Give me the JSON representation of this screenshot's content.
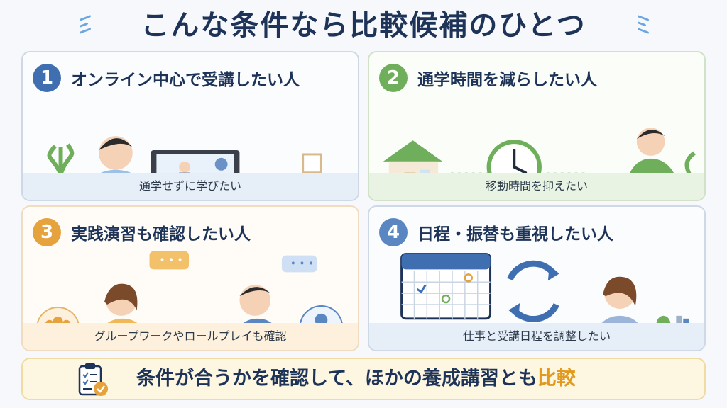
{
  "header": {
    "title": "こんな条件なら比較候補のひとつ"
  },
  "cards": [
    {
      "num": "1",
      "title": "オンライン中心で受講したい人",
      "caption": "通学せずに学びたい"
    },
    {
      "num": "2",
      "title": "通学時間を減らしたい人",
      "caption": "移動時間を抑えたい"
    },
    {
      "num": "3",
      "title": "実践演習も確認したい人",
      "caption": "グループワークやロールプレイも確認"
    },
    {
      "num": "4",
      "title": "日程・振替も重視したい人",
      "caption": "仕事と受講日程を調整したい"
    }
  ],
  "footer": {
    "text_before": "条件が合うかを確認して、ほかの養成講習とも",
    "text_highlight": "比較"
  },
  "colors": {
    "navy": "#1e3358",
    "blue": "#3f6fb0",
    "green": "#6fae5a",
    "orange": "#e6a23c",
    "accent": "#e29a1e"
  },
  "icons": [
    "laptop-icon",
    "plant-icon",
    "house-icon",
    "clock-icon",
    "group-icon",
    "chat-bubble-icon",
    "user-icon",
    "calendar-icon",
    "sync-arrows-icon",
    "checklist-icon"
  ]
}
